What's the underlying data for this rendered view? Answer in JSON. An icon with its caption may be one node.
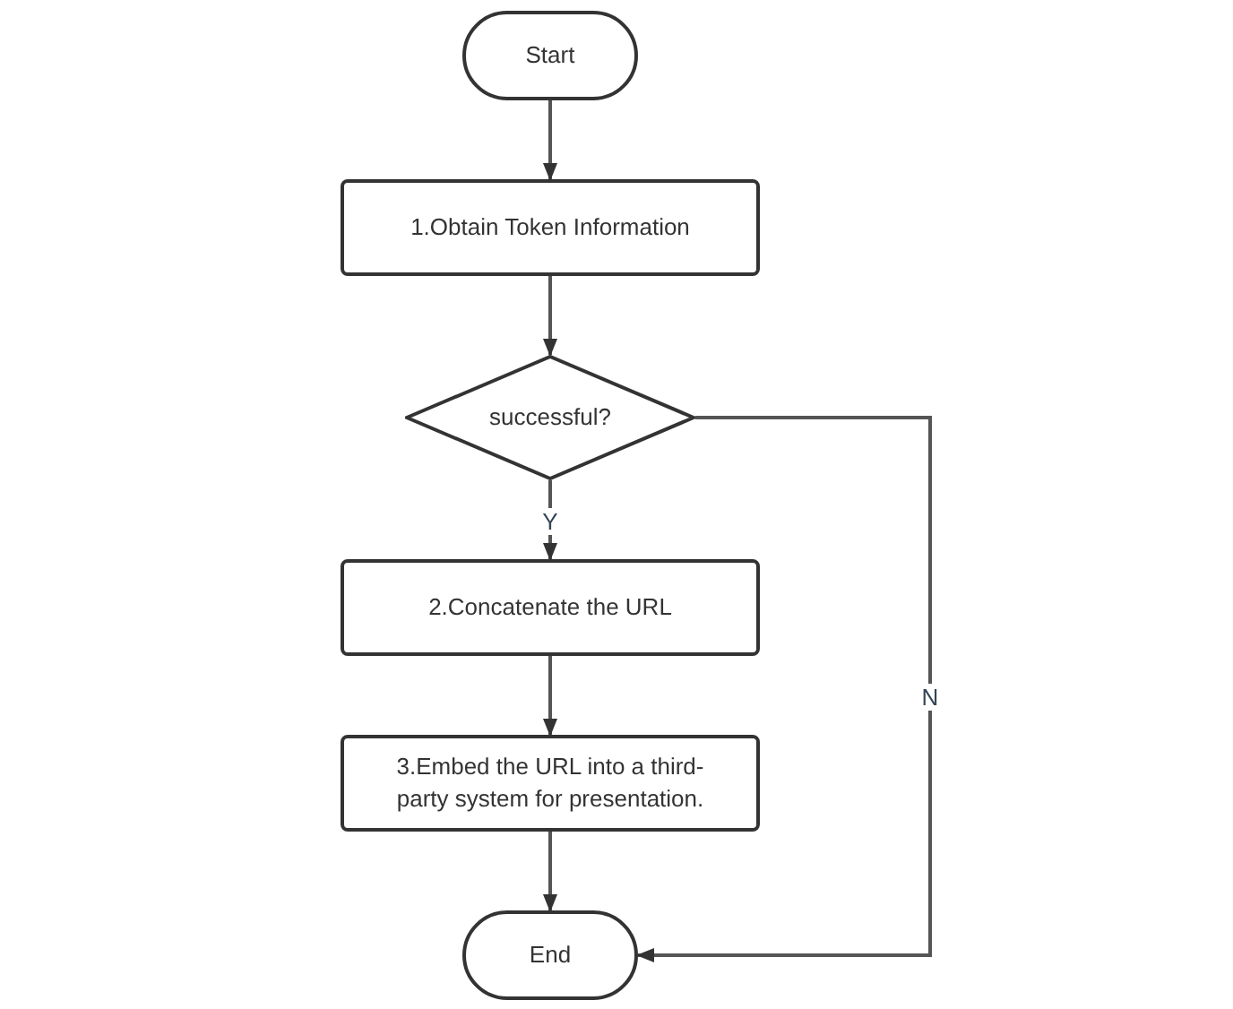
{
  "diagram": {
    "nodes": [
      {
        "text": [
          "Start"
        ]
      },
      {
        "text": [
          "1.Obtain Token Information"
        ]
      },
      {
        "text": [
          "successful?"
        ]
      },
      {
        "text": [
          "2.Concatenate the URL"
        ]
      },
      {
        "text": [
          "3.Embed the URL into a third-party system for presentation."
        ]
      },
      {
        "text": [
          "End"
        ]
      }
    ],
    "edges": [
      {
        "from": 0,
        "to": 1,
        "arrow": "to"
      },
      {
        "from": 1,
        "to": 2,
        "arrow": "to"
      },
      {
        "from": 2,
        "to": 3,
        "arrow": "to",
        "label": "Y"
      },
      {
        "from": 3,
        "to": 4,
        "arrow": "to"
      },
      {
        "from": 4,
        "to": 5,
        "arrow": "to"
      },
      {
        "from": 2,
        "to": 5,
        "arrow": "to",
        "label": "N"
      }
    ]
  }
}
